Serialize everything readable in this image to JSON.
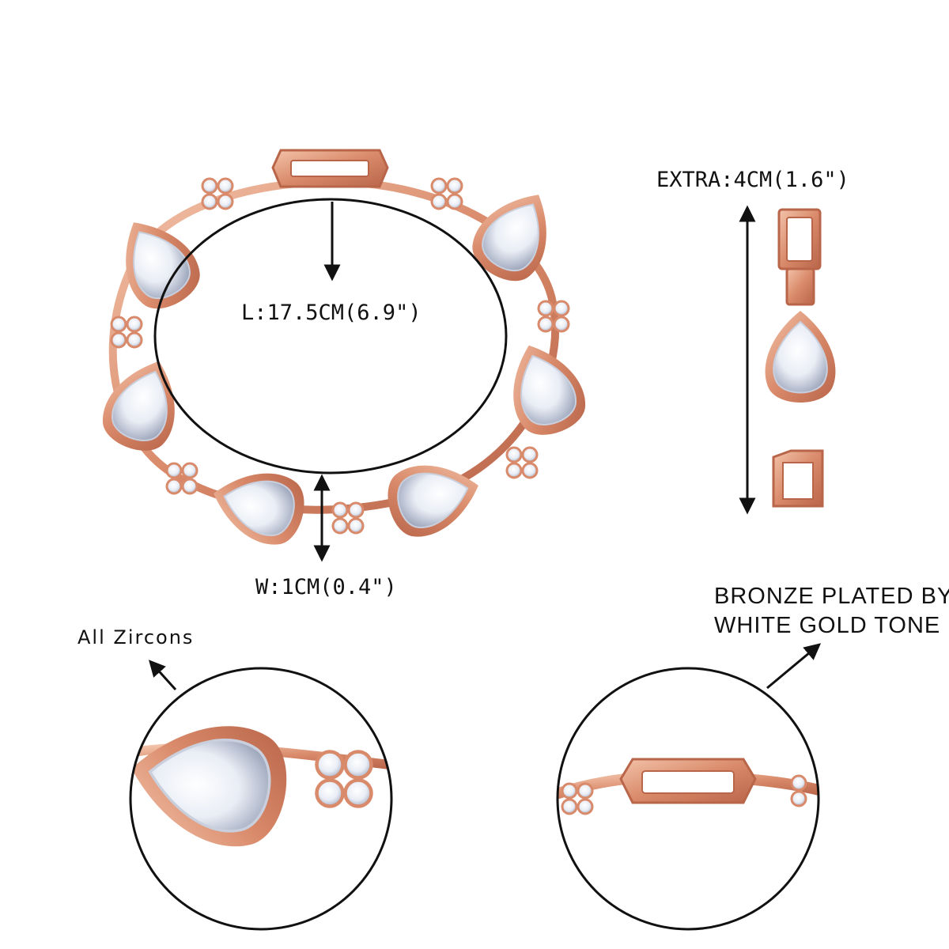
{
  "labels": {
    "length": "L:17.5CM(6.9\")",
    "width": "W:1CM(0.4\")",
    "extra": "EXTRA:4CM(1.6\")",
    "zircons": "All Zircons",
    "plating_line1": "BRONZE PLATED BY",
    "plating_line2": "WHITE GOLD TONE"
  },
  "colors": {
    "metal": "#d98a6a",
    "metal_dark": "#b9654a",
    "metal_light": "#f3c3aa",
    "stone": "#eef1f7",
    "stone_shade": "#aeb6c8",
    "ink": "#111111",
    "background": "#ffffff"
  }
}
